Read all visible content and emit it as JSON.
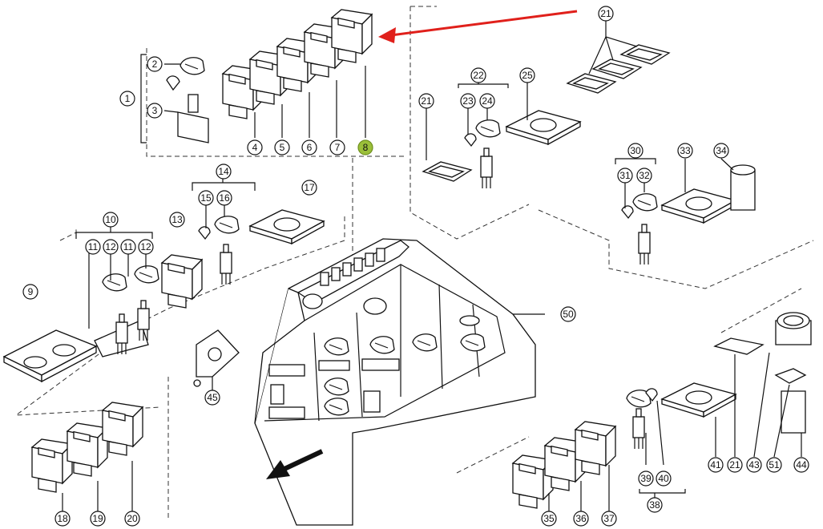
{
  "callouts": [
    {
      "id": "c1",
      "label": "1"
    },
    {
      "id": "c2",
      "label": "2"
    },
    {
      "id": "c3",
      "label": "3"
    },
    {
      "id": "c4",
      "label": "4"
    },
    {
      "id": "c5",
      "label": "5"
    },
    {
      "id": "c6",
      "label": "6"
    },
    {
      "id": "c7",
      "label": "7"
    },
    {
      "id": "c8",
      "label": "8",
      "highlight": true
    },
    {
      "id": "c9",
      "label": "9"
    },
    {
      "id": "c10",
      "label": "10"
    },
    {
      "id": "c11a",
      "label": "11"
    },
    {
      "id": "c12a",
      "label": "12"
    },
    {
      "id": "c11b",
      "label": "11"
    },
    {
      "id": "c12b",
      "label": "12"
    },
    {
      "id": "c13",
      "label": "13"
    },
    {
      "id": "c14",
      "label": "14"
    },
    {
      "id": "c15",
      "label": "15"
    },
    {
      "id": "c16",
      "label": "16"
    },
    {
      "id": "c17",
      "label": "17"
    },
    {
      "id": "c18",
      "label": "18"
    },
    {
      "id": "c19",
      "label": "19"
    },
    {
      "id": "c20",
      "label": "20"
    },
    {
      "id": "c21a",
      "label": "21"
    },
    {
      "id": "c21b",
      "label": "21"
    },
    {
      "id": "c21c",
      "label": "21"
    },
    {
      "id": "c22",
      "label": "22"
    },
    {
      "id": "c23",
      "label": "23"
    },
    {
      "id": "c24",
      "label": "24"
    },
    {
      "id": "c25",
      "label": "25"
    },
    {
      "id": "c30",
      "label": "30"
    },
    {
      "id": "c31",
      "label": "31"
    },
    {
      "id": "c32",
      "label": "32"
    },
    {
      "id": "c33",
      "label": "33"
    },
    {
      "id": "c34",
      "label": "34"
    },
    {
      "id": "c35",
      "label": "35"
    },
    {
      "id": "c36",
      "label": "36"
    },
    {
      "id": "c37",
      "label": "37"
    },
    {
      "id": "c38",
      "label": "38"
    },
    {
      "id": "c39",
      "label": "39"
    },
    {
      "id": "c40",
      "label": "40"
    },
    {
      "id": "c41",
      "label": "41"
    },
    {
      "id": "c43",
      "label": "43"
    },
    {
      "id": "c44",
      "label": "44"
    },
    {
      "id": "c45",
      "label": "45"
    },
    {
      "id": "c50",
      "label": "50"
    },
    {
      "id": "c51",
      "label": "51"
    }
  ],
  "colors": {
    "arrow": "#e0201b",
    "highlight": "#9bbf3a",
    "line": "#111111"
  }
}
